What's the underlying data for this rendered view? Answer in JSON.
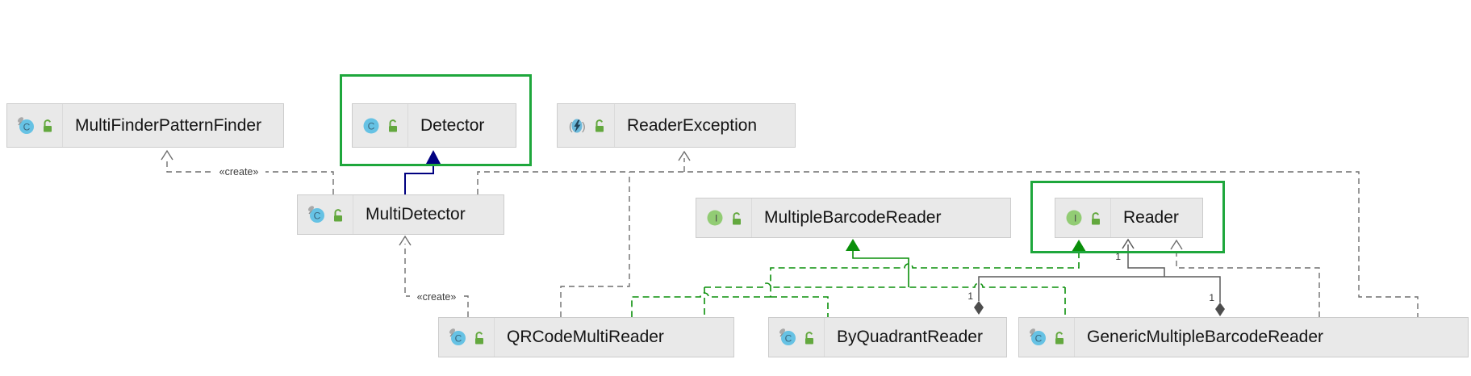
{
  "diagram": {
    "nodes": [
      {
        "id": "multi-finder-pattern-finder",
        "label": "MultiFinderPatternFinder",
        "kind": "class",
        "pinned": true,
        "visibility": "public",
        "highlighted": false
      },
      {
        "id": "detector",
        "label": "Detector",
        "kind": "class",
        "pinned": false,
        "visibility": "public",
        "highlighted": true
      },
      {
        "id": "reader-exception",
        "label": "ReaderException",
        "kind": "exception",
        "pinned": false,
        "visibility": "public",
        "highlighted": false
      },
      {
        "id": "multi-detector",
        "label": "MultiDetector",
        "kind": "class",
        "pinned": true,
        "visibility": "public",
        "highlighted": false
      },
      {
        "id": "multiple-barcode-reader",
        "label": "MultipleBarcodeReader",
        "kind": "interface",
        "pinned": false,
        "visibility": "public",
        "highlighted": false
      },
      {
        "id": "reader",
        "label": "Reader",
        "kind": "interface",
        "pinned": false,
        "visibility": "public",
        "highlighted": true
      },
      {
        "id": "qr-code-multi-reader",
        "label": "QRCodeMultiReader",
        "kind": "class",
        "pinned": true,
        "visibility": "public",
        "highlighted": false
      },
      {
        "id": "by-quadrant-reader",
        "label": "ByQuadrantReader",
        "kind": "class",
        "pinned": true,
        "visibility": "public",
        "highlighted": false
      },
      {
        "id": "generic-multiple-barcode-reader",
        "label": "GenericMultipleBarcodeReader",
        "kind": "class",
        "pinned": true,
        "visibility": "public",
        "highlighted": false
      }
    ],
    "edges": [
      {
        "from": "multi-detector",
        "to": "multi-finder-pattern-finder",
        "type": "create-dependency",
        "label": "«create»"
      },
      {
        "from": "multi-detector",
        "to": "detector",
        "type": "extends"
      },
      {
        "from": "multi-detector",
        "to": "reader-exception",
        "type": "dependency"
      },
      {
        "from": "qr-code-multi-reader",
        "to": "multi-detector",
        "type": "create-dependency",
        "label": "«create»"
      },
      {
        "from": "qr-code-multi-reader",
        "to": "reader-exception",
        "type": "dependency"
      },
      {
        "from": "generic-multiple-barcode-reader",
        "to": "reader-exception",
        "type": "dependency"
      },
      {
        "from": "qr-code-multi-reader",
        "to": "multiple-barcode-reader",
        "type": "implements"
      },
      {
        "from": "generic-multiple-barcode-reader",
        "to": "multiple-barcode-reader",
        "type": "implements"
      },
      {
        "from": "by-quadrant-reader",
        "to": "reader",
        "type": "implements"
      },
      {
        "from": "qr-code-multi-reader",
        "to": "reader",
        "type": "implements"
      },
      {
        "from": "by-quadrant-reader",
        "to": "reader",
        "type": "aggregation",
        "multiplicity": "1"
      },
      {
        "from": "generic-multiple-barcode-reader",
        "to": "reader",
        "type": "aggregation",
        "multiplicity": "1"
      },
      {
        "from": "generic-multiple-barcode-reader",
        "to": "reader",
        "type": "dependency"
      }
    ],
    "labels": {
      "create": "«create»",
      "multiplicity_one": "1"
    },
    "colors": {
      "node_fill": "#e9e9e9",
      "highlight_green": "#1ea73c",
      "extends_blue": "#000080",
      "realization_green": "#0a8f0a",
      "dependency_gray": "#6e6e6e",
      "association_gray": "#5a5a5a"
    }
  }
}
